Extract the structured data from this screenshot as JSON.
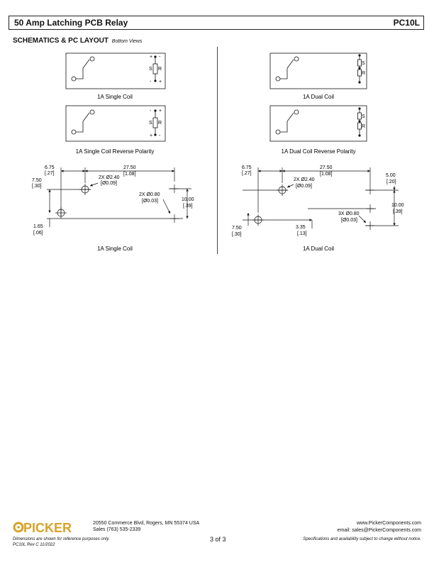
{
  "header": {
    "title": "50 Amp Latching PCB Relay",
    "part_number": "PC10L"
  },
  "section": {
    "title": "SCHEMATICS & PC LAYOUT",
    "subtitle": "Bottom Views"
  },
  "schematics": {
    "single_coil": "1A Single Coil",
    "dual_coil": "1A Dual Coil",
    "single_coil_reverse": "1A Single Coil Reverse Polarity",
    "dual_coil_reverse": "1A Dual Coil Reverse Polarity",
    "coil_s": "S",
    "coil_r": "R",
    "plus": "+",
    "minus": "-"
  },
  "layout_single": {
    "caption": "1A Single Coil",
    "dim_a_mm": "6.75",
    "dim_a_in": "[.27]",
    "dim_b_mm": "27.50",
    "dim_b_in": "[1.08]",
    "dim_c_mm": "7.50",
    "dim_c_in": "[.30]",
    "hole_large_mm": "2X Ø2.40",
    "hole_large_in": "[Ø0.09]",
    "hole_small_mm": "2X Ø0.80",
    "hole_small_in": "[Ø0.03]",
    "dim_d_mm": "10.00",
    "dim_d_in": "[.39]",
    "dim_e_mm": "1.65",
    "dim_e_in": "[.06]"
  },
  "layout_dual": {
    "caption": "1A Dual Coil",
    "dim_a_mm": "6.75",
    "dim_a_in": "[.27]",
    "dim_b_mm": "27.50",
    "dim_b_in": "[1.08]",
    "hole_large_mm": "2X Ø2.40",
    "hole_large_in": "[Ø0.09]",
    "dim_f_mm": "5.00",
    "dim_f_in": "[.20]",
    "dim_d_mm": "10.00",
    "dim_d_in": "[.39]",
    "hole_small_mm": "3X Ø0.80",
    "hole_small_in": "[Ø0.03]",
    "dim_c_mm": "7.50",
    "dim_c_in": "[.30]",
    "dim_g_mm": "3.35",
    "dim_g_in": "[.13]"
  },
  "footer": {
    "brand": "PICKER",
    "address": "20550 Commerce Blvd, Rogers, MN 55374 USA",
    "sales": "Sales (763) 535-2339",
    "website": "www.PickerComponents.com",
    "email": "email: sales@PickerComponents.com",
    "note_1": "Dimensions are shown for reference purposes only.",
    "note_2": "PC10L Rev C 11/2022",
    "page": "3 of 3",
    "spec_note": "Specifications and availability subject to change without notice.",
    "logo_color": "#d8a22a"
  }
}
